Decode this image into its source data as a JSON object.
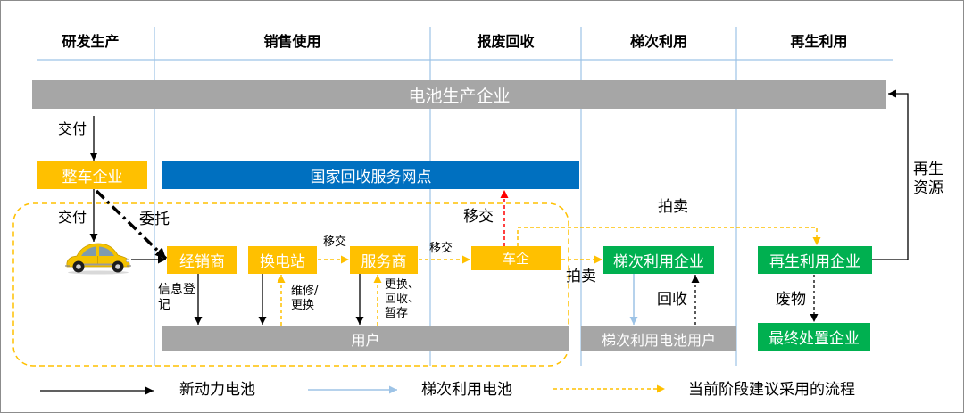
{
  "diagram": {
    "stages": [
      "研发生产",
      "销售使用",
      "报废回收",
      "梯次利用",
      "再生利用"
    ],
    "nodes": {
      "battery_producer": "电池生产企业",
      "vehicle_maker": "整车企业",
      "national_recycling_outlets": "国家回收服务网点",
      "dealer": "经销商",
      "swap_station": "换电站",
      "service_provider": "服务商",
      "automaker": "车企",
      "cascade_enterprise": "梯次利用企业",
      "recycling_enterprise": "再生利用企业",
      "user": "用户",
      "cascade_battery_user": "梯次利用电池用户",
      "final_disposal": "最终处置企业"
    },
    "edge_labels": {
      "deliver_to_vehicle_maker": "交付",
      "deliver_to_user": "交付",
      "entrust": "委托",
      "transfer_swap_to_service": "移交",
      "transfer_service_to_automaker": "移交",
      "transfer_automaker_to_outlets": "移交",
      "auction_to_recycling": "拍卖",
      "auction_to_cascade": "拍卖",
      "info_registration": [
        "信息登",
        "记"
      ],
      "repair_replace": [
        "维修/",
        "更换"
      ],
      "replace_recycle_store": [
        "更换、",
        "回收、",
        "暂存"
      ],
      "recycle": "回收",
      "waste": "废物",
      "renewable_resources": [
        "再生",
        "资源"
      ]
    },
    "icons": {
      "vehicle": "car-icon"
    }
  },
  "legend": [
    {
      "label": "新动力电池",
      "color": "#000000"
    },
    {
      "label": "梯次利用电池",
      "color": "#9DC3E6"
    },
    {
      "label": "当前阶段建议采用的流程",
      "color": "#FFC000"
    }
  ],
  "colors": {
    "yellow_node": "#FFC000",
    "blue_node": "#0070C0",
    "green_node": "#00B050",
    "gray_node": "#A6A6A6",
    "divider": "#9DC3E6",
    "proposed_flow": "#FFC000",
    "cascade_flow": "#9DC3E6",
    "new_battery_flow": "#000000",
    "red_flow": "#FF0000"
  }
}
